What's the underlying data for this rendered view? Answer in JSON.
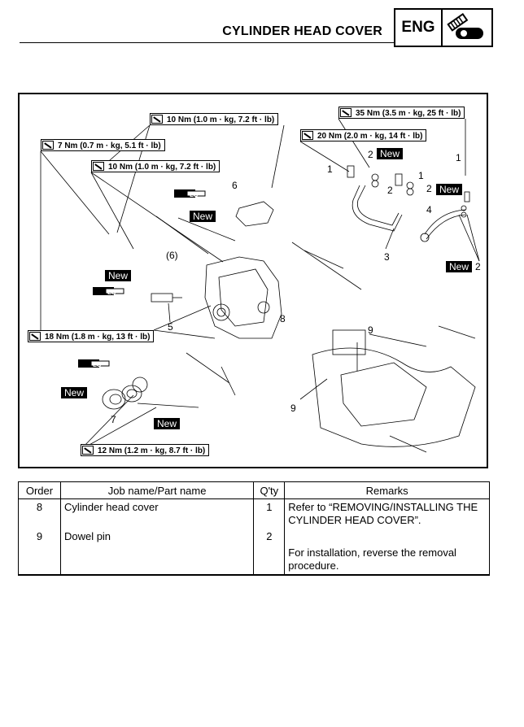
{
  "header": {
    "title": "CYLINDER HEAD COVER",
    "section_code": "ENG",
    "section_icon": "engine-section-icon"
  },
  "diagram": {
    "torque_labels": [
      "10 Nm (1.0 m · kg, 7.2 ft · lb)",
      "35 Nm (3.5 m · kg, 25 ft · lb)",
      "20 Nm (2.0 m · kg, 14 ft · lb)",
      "7 Nm (0.7 m · kg, 5.1 ft · lb)",
      "10 Nm (1.0 m · kg, 7.2 ft · lb)",
      "18 Nm (1.8 m · kg, 13 ft · lb)",
      "12 Nm (1.2 m · kg, 8.7 ft · lb)"
    ],
    "new_tag": "New",
    "lubricant_tag": "LS",
    "callouts": [
      "1",
      "2",
      "1",
      "2",
      "1",
      "4",
      "2",
      "3",
      "6",
      "(6)",
      "5",
      "8",
      "9",
      "9",
      "7",
      "2"
    ]
  },
  "table": {
    "headers": [
      "Order",
      "Job name/Part name",
      "Q'ty",
      "Remarks"
    ],
    "rows": [
      {
        "order": "8",
        "name": "Cylinder head cover",
        "qty": "1",
        "remarks": "Refer to “REMOVING/INSTALLING THE CYLINDER HEAD COVER”."
      },
      {
        "order": "9",
        "name": "Dowel pin",
        "qty": "2",
        "remarks": ""
      }
    ],
    "footer_remark": "For installation, reverse the removal procedure."
  }
}
